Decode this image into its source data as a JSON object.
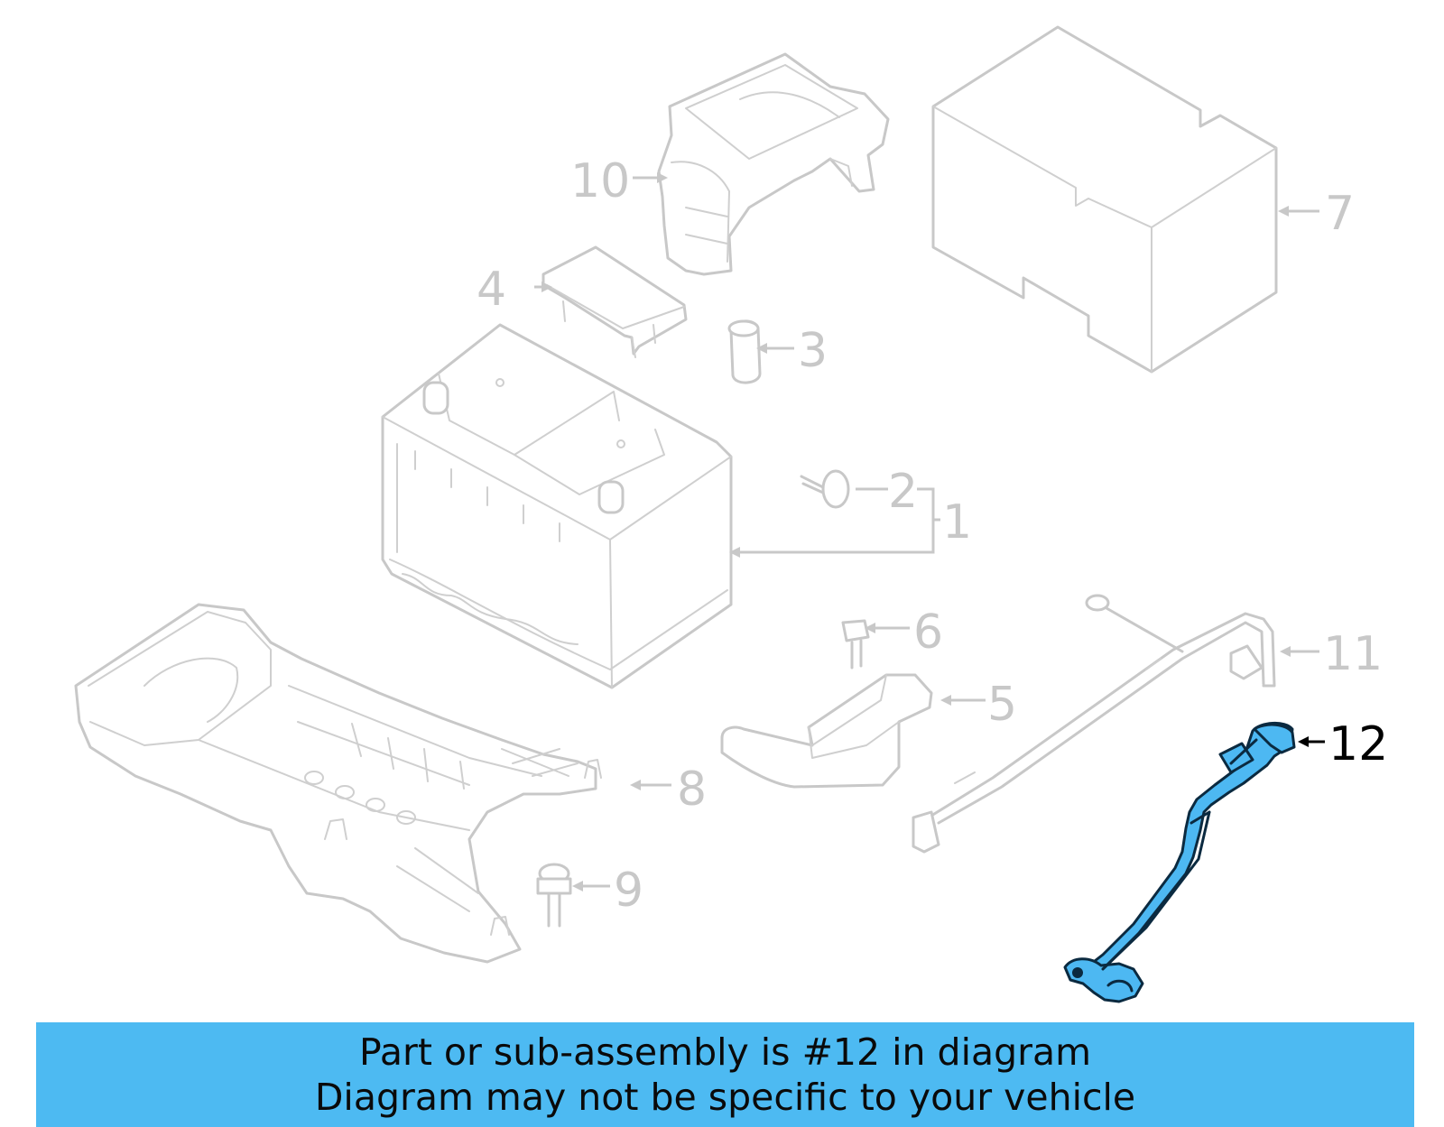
{
  "colors": {
    "part_line": "#c8c8c8",
    "highlight": "#4db8f2",
    "highlight_outline": "#0b2a40",
    "banner": "#4dbaf2",
    "callout_active": "#000000"
  },
  "callouts": {
    "c1": "1",
    "c2": "2",
    "c3": "3",
    "c4": "4",
    "c5": "5",
    "c6": "6",
    "c7": "7",
    "c8": "8",
    "c9": "9",
    "c10": "10",
    "c11": "11",
    "c12": "12"
  },
  "highlighted_part": "12",
  "banner": {
    "line1": "Part or sub-assembly is #12 in diagram",
    "line2": "Diagram may not be specific to your vehicle"
  }
}
